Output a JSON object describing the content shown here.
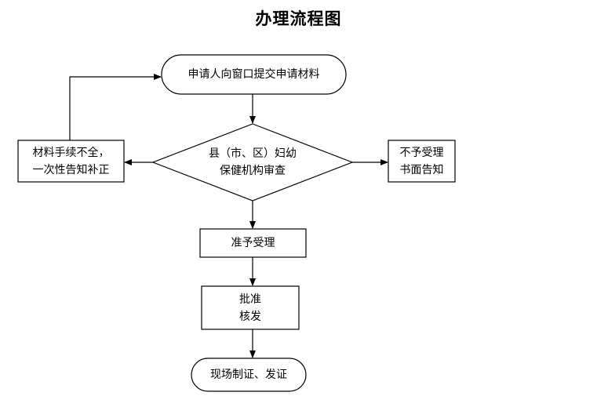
{
  "title": "办理流程图",
  "nodes": {
    "start": "申请人向窗口提交申请材料",
    "review": "县（市、区）妇幼\n保健机构审查",
    "incomplete": "材料手续不全，\n一次性告知补正",
    "reject": "不予受理\n书面告知",
    "accept": "准予受理",
    "approve": "批准\n核发",
    "end": "现场制证、发证"
  }
}
